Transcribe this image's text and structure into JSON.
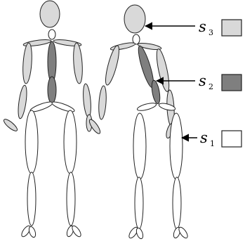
{
  "colors": {
    "s1": "#ffffff",
    "s2": "#7f7f7f",
    "s3": "#d9d9d9",
    "outline": "#222222"
  },
  "figures": [
    {
      "id": "figure-left",
      "pose": "standing"
    },
    {
      "id": "figure-right",
      "pose": "lowered-right-arm"
    }
  ],
  "legend": [
    {
      "id": "s3",
      "symbol": "s",
      "subscript": "3",
      "color": "#d9d9d9"
    },
    {
      "id": "s2",
      "symbol": "s",
      "subscript": "2",
      "color": "#7f7f7f"
    },
    {
      "id": "s1",
      "symbol": "s",
      "subscript": "1",
      "color": "#ffffff"
    }
  ]
}
